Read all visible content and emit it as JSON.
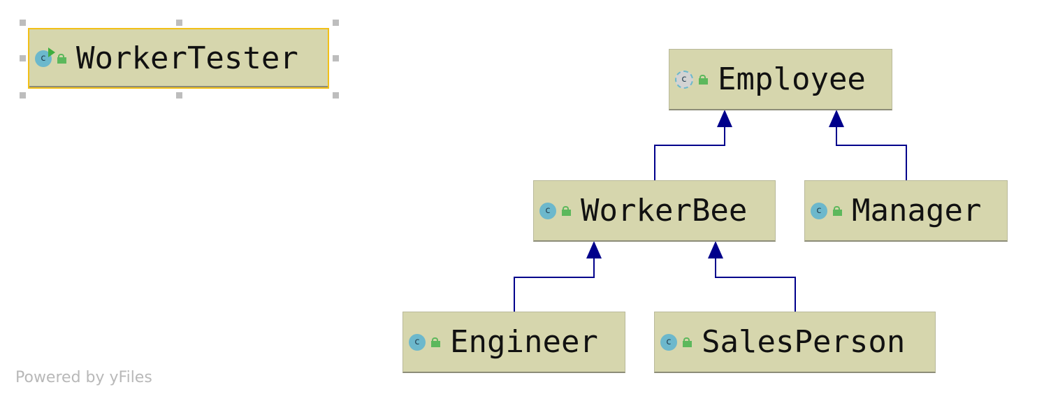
{
  "diagram": {
    "nodes": [
      {
        "id": "workertester",
        "label": "WorkerTester",
        "kind": "class",
        "icon": "class-icon",
        "run_marker": true,
        "selected": true
      },
      {
        "id": "employee",
        "label": "Employee",
        "kind": "abstract-class",
        "icon": "abstract-class-icon",
        "run_marker": false,
        "selected": false
      },
      {
        "id": "workerbee",
        "label": "WorkerBee",
        "kind": "class",
        "icon": "class-icon",
        "run_marker": false,
        "selected": false
      },
      {
        "id": "manager",
        "label": "Manager",
        "kind": "class",
        "icon": "class-icon",
        "run_marker": false,
        "selected": false
      },
      {
        "id": "engineer",
        "label": "Engineer",
        "kind": "class",
        "icon": "class-icon",
        "run_marker": false,
        "selected": false
      },
      {
        "id": "salesperson",
        "label": "SalesPerson",
        "kind": "class",
        "icon": "class-icon",
        "run_marker": false,
        "selected": false
      }
    ],
    "edges": [
      {
        "from": "workerbee",
        "to": "employee",
        "type": "inheritance"
      },
      {
        "from": "manager",
        "to": "employee",
        "type": "inheritance"
      },
      {
        "from": "engineer",
        "to": "workerbee",
        "type": "inheritance"
      },
      {
        "from": "salesperson",
        "to": "workerbee",
        "type": "inheritance"
      }
    ],
    "icon_letter": "c",
    "colors": {
      "node_fill": "#d6d6ad",
      "selection": "#f2c018",
      "edge": "#00008b",
      "class_icon": "#6cb8cc",
      "access_icon": "#5cb85c"
    }
  },
  "watermark": "Powered by yFiles"
}
